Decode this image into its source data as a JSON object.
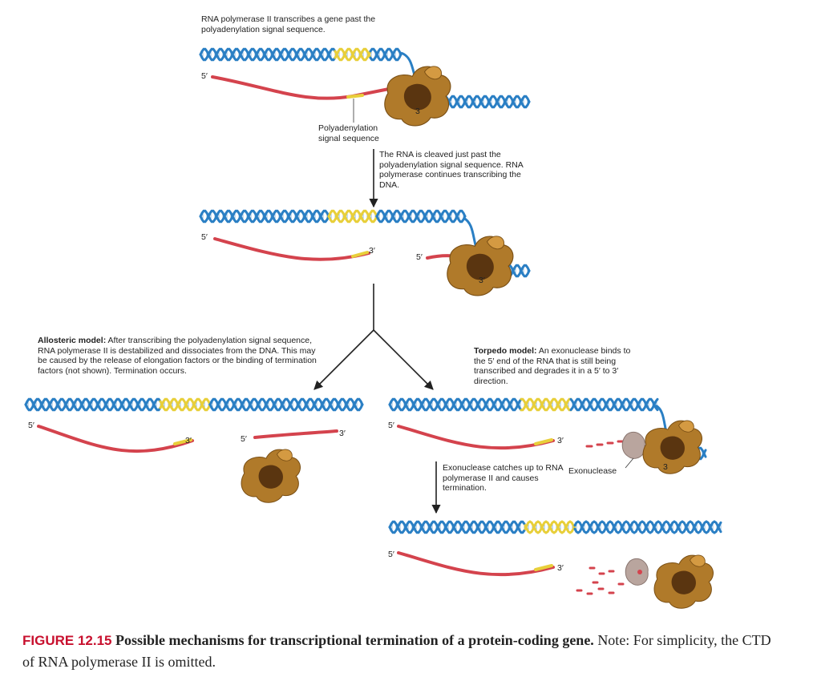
{
  "figure": {
    "top_label": "RNA polymerase II transcribes a gene past the polyadenylation signal sequence.",
    "polyA_label": "Polyadenylation signal sequence",
    "cleave_label": "The RNA is cleaved just past the polyadenylation signal sequence. RNA polymerase continues transcribing the DNA.",
    "allosteric_heading": "Allosteric model:",
    "allosteric_text": "After transcribing the polyadenylation signal sequence, RNA polymerase II is destabilized and dissociates from the DNA. This may be caused by the release of elongation factors or the binding of termination factors (not shown). Termination occurs.",
    "torpedo_heading": "Torpedo model:",
    "torpedo_text": "An exonuclease binds to the 5′ end of the RNA that is still being transcribed and degrades it in a 5′ to 3′ direction.",
    "exo_catch_label": "Exonuclease catches up to RNA polymerase II and causes termination.",
    "exonuclease_label": "Exonuclease",
    "five_prime": "5′",
    "three_prime": "3′",
    "three_short": "3"
  },
  "caption": {
    "figure_number": "FIGURE 12.15",
    "title": "Possible mechanisms for transcriptional termination of a protein-coding gene.",
    "note": "Note: For simplicity, the CTD of RNA polymerase II is omitted."
  },
  "colors": {
    "dna_blue": "#2a7fc4",
    "polyA_yellow": "#e8cf3a",
    "rna_red": "#d4434d",
    "polymerase_brown": "#b07a2a",
    "exonuclease_gray": "#b9a59e",
    "caption_red": "#c8102e"
  }
}
